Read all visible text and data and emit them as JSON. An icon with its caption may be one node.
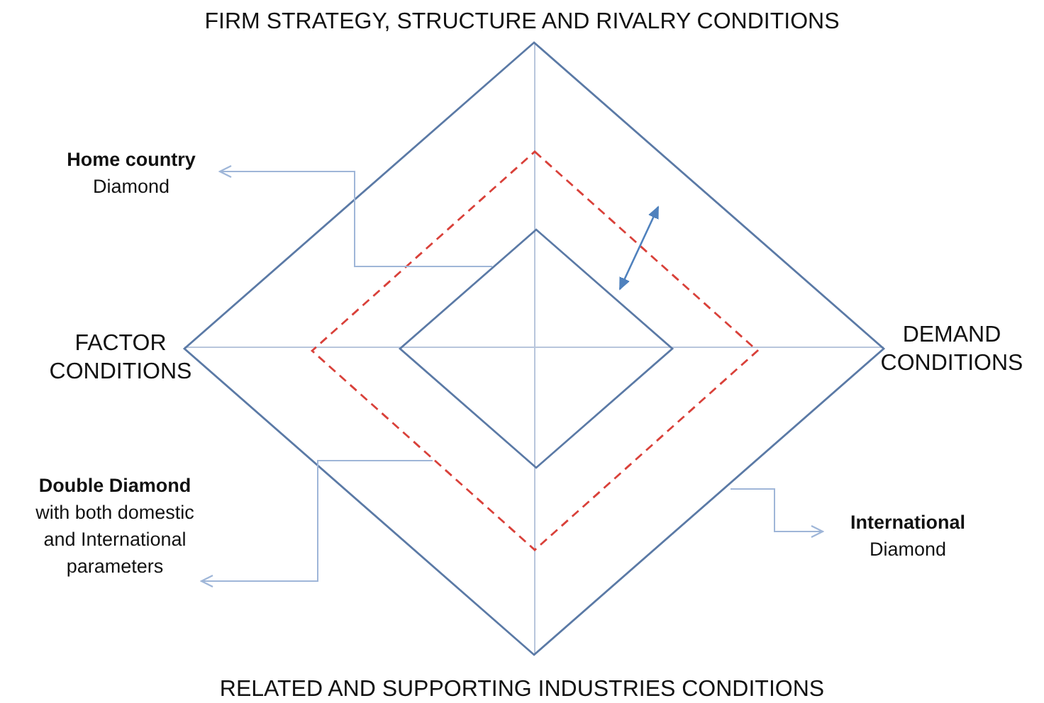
{
  "diagram": {
    "nodes": [
      {
        "text": [],
        "shape": "diamond"
      },
      {
        "text": [],
        "shape": "diamond",
        "in": 0
      },
      {
        "text": [],
        "shape": "diamond",
        "in": 1
      },
      {
        "text": [
          "Home country",
          "Diamond"
        ]
      },
      {
        "text": [
          "Double Diamond",
          "with both domestic and International parameters"
        ]
      },
      {
        "text": [
          "International",
          "Diamond"
        ]
      }
    ],
    "edges": [
      {
        "from": 2,
        "to": 3,
        "arrow": "to"
      },
      {
        "from": 1,
        "to": 4,
        "arrow": "to"
      },
      {
        "from": 0,
        "to": 5,
        "arrow": "to"
      }
    ],
    "labels": [
      "FIRM STRATEGY, STRUCTURE AND RIVALRY CONDITIONS",
      "FACTOR CONDITIONS",
      "DEMAND CONDITIONS",
      "RELATED AND SUPPORTING INDUSTRIES CONDITIONS"
    ]
  }
}
